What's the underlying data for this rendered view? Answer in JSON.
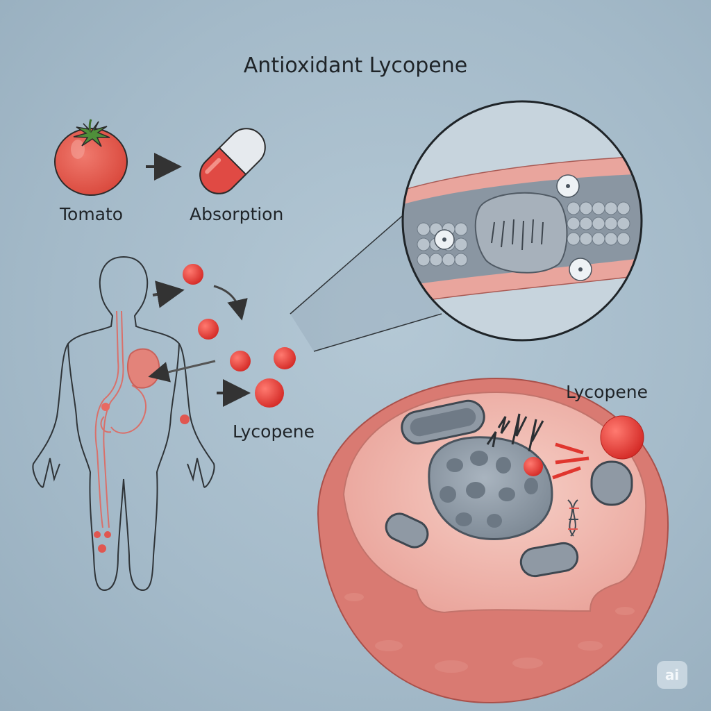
{
  "title": "Antioxidant Lycopene",
  "labels": {
    "tomato": "Tomato",
    "absorption": "Absorption",
    "lycopene_left": "Lycopene",
    "lycopene_right": "Lycopene"
  },
  "badge": "ai",
  "icons": [
    "tomato-icon",
    "capsule-icon",
    "human-body-outline",
    "lycopene-molecule",
    "magnifier-lens",
    "blood-vessel",
    "cell-cross-section",
    "dna-icon",
    "lightning-icon"
  ],
  "colors": {
    "background": "#a6bccb",
    "lycopene": "#e03a3a",
    "tissue": "#e9a09a",
    "organelle": "#8f99a4"
  }
}
